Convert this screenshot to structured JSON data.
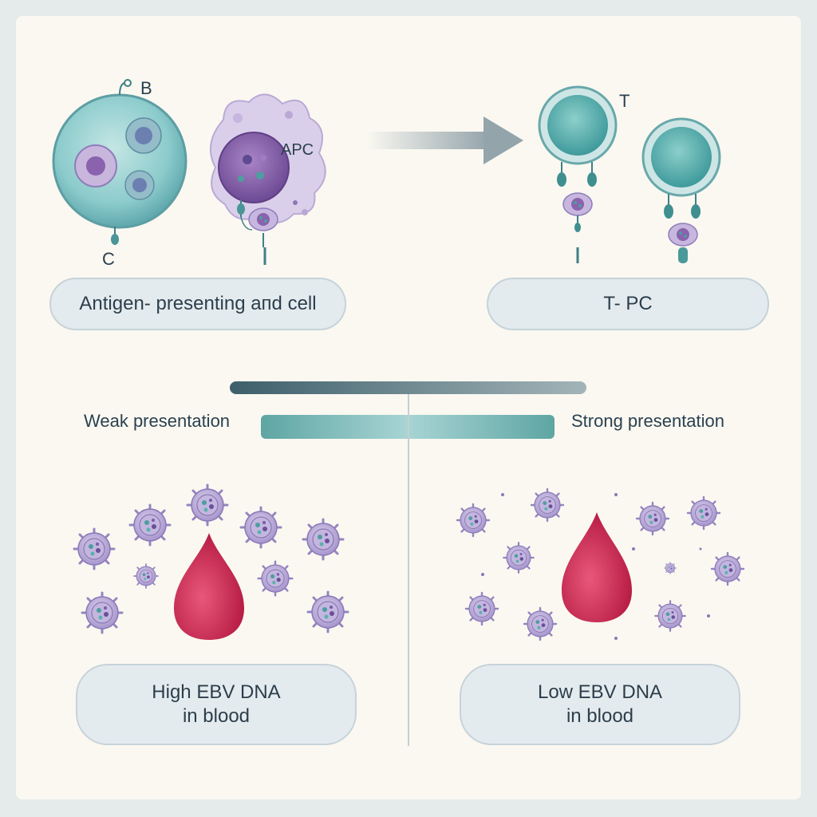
{
  "labels": {
    "b_cell": "B",
    "c_label": "C",
    "apc": "APC",
    "t_cell": "T",
    "weak": "Weak presentation",
    "strong": "Strong presentation"
  },
  "pills": {
    "left_top": "Antigen- presenting aпd cell",
    "right_top": "T-  PC",
    "left_bottom_line1": "High EBV DNA",
    "left_bottom_line2": "in blood",
    "right_bottom_line1": "Low EBV DNA",
    "right_bottom_line2": "in blood"
  },
  "colors": {
    "cell_teal": "#8ccbcc",
    "apc_lavender": "#cdbfe0",
    "nucleus_purple": "#8a62ad",
    "blood_red": "#c8284e",
    "gradient_dark": "#3f6470",
    "gradient_light": "#a9d2d3"
  }
}
